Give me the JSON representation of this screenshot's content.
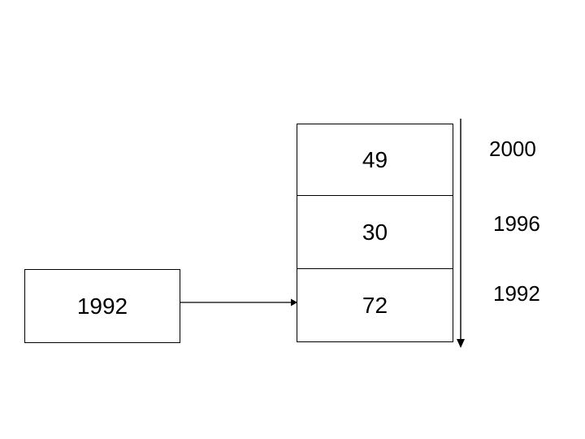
{
  "diagram": {
    "background_color": "#ffffff",
    "line_color": "#000000",
    "source_node": {
      "label": "1992"
    },
    "connector": {
      "icon": "arrow-right-icon"
    },
    "stack_table": {
      "rows": [
        {
          "value": "49"
        },
        {
          "value": "30"
        },
        {
          "value": "72"
        }
      ]
    },
    "timeline": {
      "icon": "arrow-down-icon",
      "labels": [
        {
          "year": "2000"
        },
        {
          "year": "1996"
        },
        {
          "year": "1992"
        }
      ]
    }
  }
}
